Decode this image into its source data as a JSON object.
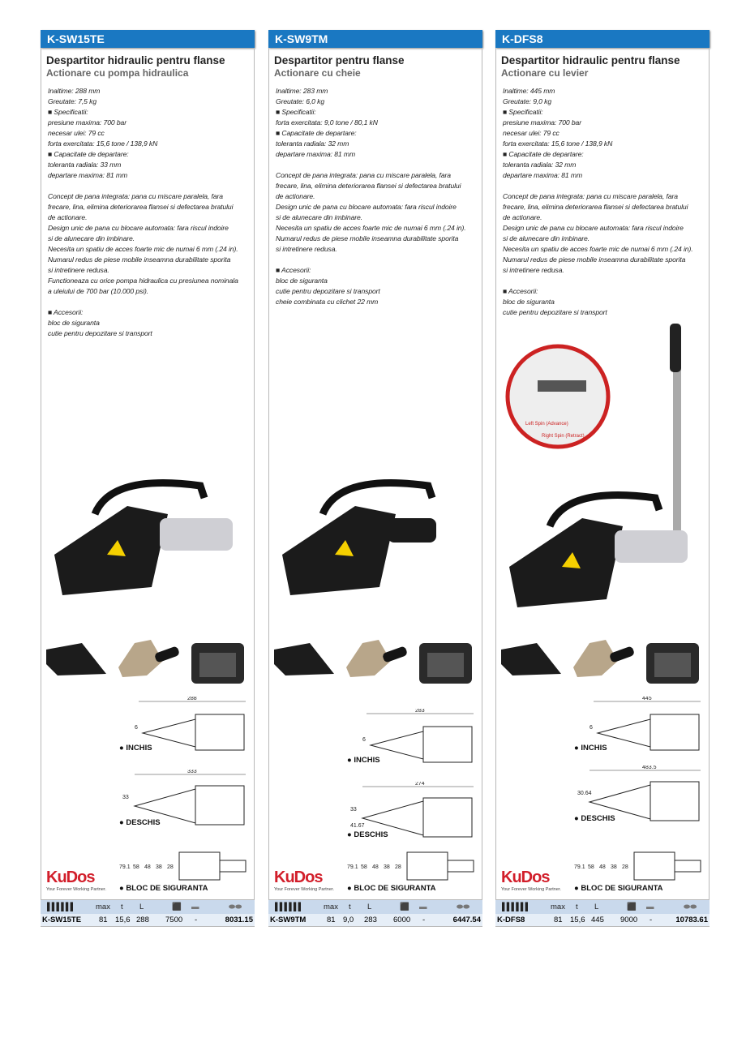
{
  "columns": [
    {
      "code": "K-SW15TE",
      "title": "Despartitor hidraulic pentru flanse",
      "subtitle": "Actionare cu pompa hidraulica",
      "specs": [
        "Inaltime: 288 mm",
        "Greutate: 7,5 kg",
        "■ Specificatii:",
        "presiune maxima: 700 bar",
        "necesar ulei: 79 cc",
        "forta exercitata: 15,6 tone / 138,9 kN",
        "■ Capacitate de departare:",
        "toleranta radiala: 33 mm",
        "departare maxima: 81 mm",
        "",
        "Concept de pana integrata: pana cu miscare paralela, fara",
        "frecare, lina, elimina deteriorarea flansei si defectarea bratului",
        "de actionare.",
        "Design unic de pana cu blocare automata: fara riscul indoire",
        "si de alunecare din imbinare.",
        "Necesita un spatiu de acces foarte mic de numai 6 mm (.24 in).",
        "Numarul redus de piese mobile inseamna durabilitate sporita",
        "si intretinere redusa.",
        "Functioneaza cu orice pompa hidraulica cu presiunea nominala",
        "a uleiului de 700 bar (10.000 psi).",
        "",
        "■ Accesorii:",
        "bloc de siguranta",
        "cutie pentru depozitare si transport"
      ],
      "diagram": {
        "closed_label": "INCHIS",
        "closed_len": "288",
        "closed_gap": "6",
        "open_label": "DESCHIS",
        "open_len": "333",
        "open_gap": "33",
        "open_extra": "",
        "block_label": "BLOC DE SIGURANTA",
        "steps": [
          "79.1",
          "58",
          "48",
          "38",
          "28"
        ]
      },
      "row": {
        "code": "K-SW15TE",
        "max": "81",
        "t": "15,6",
        "L": "288",
        "weight": "7500",
        "pot": "-",
        "price": "8031.15"
      }
    },
    {
      "code": "K-SW9TM",
      "title": "Despartitor pentru flanse",
      "subtitle": "Actionare cu cheie",
      "specs": [
        "Inaltime: 283 mm",
        "Greutate: 6,0 kg",
        "■ Specificatii:",
        "forta exercitata: 9,0 tone / 80,1 kN",
        "■ Capacitate de departare:",
        "toleranta radiala: 32 mm",
        "departare maxima: 81 mm",
        "",
        "Concept de pana integrata: pana cu miscare paralela, fara",
        "frecare, lina, elimina deteriorarea flansei si defectarea bratului",
        "de actionare.",
        "Design unic de pana cu blocare automata: fara riscul indoire",
        "si de alunecare din imbinare.",
        "Necesita un spatiu de acces foarte mic de numai 6 mm (.24 in).",
        "Numarul redus de piese mobile inseamna durabilitate sporita",
        "si intretinere redusa.",
        "",
        "■ Accesorii:",
        "bloc de siguranta",
        "cutie pentru depozitare si transport",
        "cheie combinata cu clichet 22 mm"
      ],
      "diagram": {
        "closed_label": "INCHIS",
        "closed_len": "283",
        "closed_gap": "6",
        "open_label": "DESCHIS",
        "open_len": "274",
        "open_gap": "33",
        "open_extra": "41.67",
        "block_label": "BLOC DE SIGURANTA",
        "steps": [
          "79.1",
          "58",
          "48",
          "38",
          "28"
        ]
      },
      "row": {
        "code": "K-SW9TM",
        "max": "81",
        "t": "9,0",
        "L": "283",
        "weight": "6000",
        "pot": "-",
        "price": "6447.54"
      }
    },
    {
      "code": "K-DFS8",
      "title": "Despartitor hidraulic pentru flanse",
      "subtitle": "Actionare cu levier",
      "specs": [
        "Inaltime: 445 mm",
        "Greutate: 9,0 kg",
        "■ Specificatii:",
        "presiune maxima: 700 bar",
        "necesar ulei: 79 cc",
        "forta exercitata: 15,6 tone / 138,9 kN",
        "■ Capacitate de departare:",
        "toleranta radiala: 32 mm",
        "departare maxima: 81 mm",
        "",
        "Concept de pana integrata: pana cu miscare paralela, fara",
        "frecare, lina, elimina deteriorarea flansei si defectarea bratului",
        "de actionare.",
        "Design unic de pana cu blocare automata: fara riscul indoire",
        "si de alunecare din imbinare.",
        "Necesita un spatiu de acces foarte mic de numai 6 mm (.24 in).",
        "Numarul redus de piese mobile inseamna durabilitate sporita",
        "si intretinere redusa.",
        "",
        "■ Accesorii:",
        "bloc de siguranta",
        "cutie pentru depozitare si transport"
      ],
      "diagram": {
        "closed_label": "INCHIS",
        "closed_len": "445",
        "closed_gap": "6",
        "open_label": "DESCHIS",
        "open_len": "483.5",
        "open_gap": "30.64",
        "open_extra": "",
        "block_label": "BLOC DE SIGURANTA",
        "steps": [
          "79.1",
          "58",
          "48",
          "38",
          "28"
        ]
      },
      "row": {
        "code": "K-DFS8",
        "max": "81",
        "t": "15,6",
        "L": "445",
        "weight": "9000",
        "pot": "-",
        "price": "10783.61"
      }
    }
  ],
  "inset": {
    "left_spin": "Left Spin (Advance)",
    "right_spin": "Right Spin (Retract)"
  },
  "brand": {
    "name": "KuDos",
    "tagline": "Your Forever Working Partner.",
    "color": "#d21f2b"
  },
  "table_headers": {
    "barcode": "barcode-icon",
    "max": "max",
    "t": "t",
    "L": "L",
    "weight": "weight-icon",
    "pot": "pot-icon",
    "price": "coins-icon"
  },
  "colors": {
    "header": "#1a78c2",
    "table_head": "#c9d9ec",
    "table_row": "#e6eef7"
  }
}
